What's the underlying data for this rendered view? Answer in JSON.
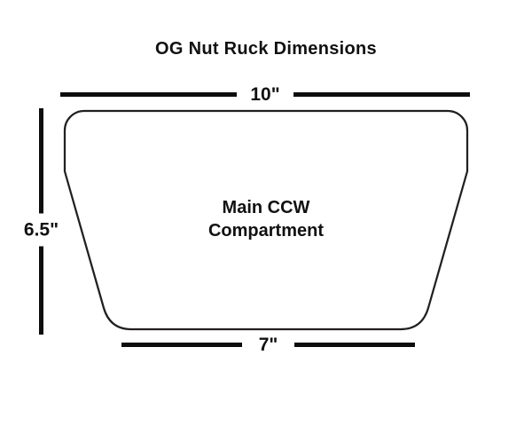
{
  "title": "OG Nut Ruck Dimensions",
  "colors": {
    "outline": "#231f20",
    "line": "#0d0d0d",
    "text": "#111111",
    "bg": "#ffffff"
  },
  "dimensions": {
    "top": {
      "label": "10\""
    },
    "left": {
      "label": "6.5\""
    },
    "bottom": {
      "label": "7\""
    }
  },
  "shape": {
    "label_line1": "Main CCW",
    "label_line2": "Compartment"
  }
}
